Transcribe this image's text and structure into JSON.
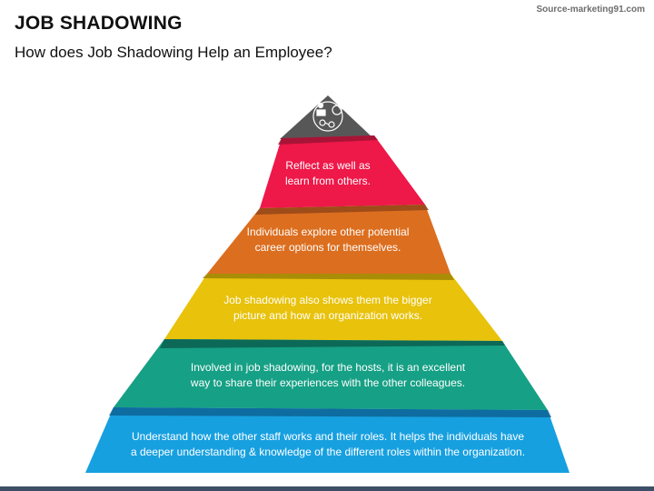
{
  "header": {
    "title": "JOB SHADOWING",
    "subtitle": "How does Job Shadowing Help an Employee?",
    "source": "Source-marketing91.com"
  },
  "colors": {
    "apex": "#575757",
    "red": "#ee1849",
    "orange": "#dc6e1f",
    "yellow": "#e8c20b",
    "teal": "#16a085",
    "blue": "#17a0e0"
  },
  "pyramid": {
    "icon": "people-collaboration-icon",
    "levels": [
      {
        "line1": "Reflect as well as",
        "line2": "learn from others."
      },
      {
        "line1": "Individuals explore other potential",
        "line2": "career options for themselves."
      },
      {
        "line1": "Job shadowing also shows them the bigger",
        "line2": "picture and how an organization works."
      },
      {
        "line1": "Involved in job shadowing, for the hosts, it is an excellent",
        "line2": "way to share their experiences with the other colleagues."
      },
      {
        "line1": "Understand how the other staff works and their roles. It helps the individuals have",
        "line2": "a deeper understanding & knowledge of the different roles within the organization."
      }
    ]
  }
}
